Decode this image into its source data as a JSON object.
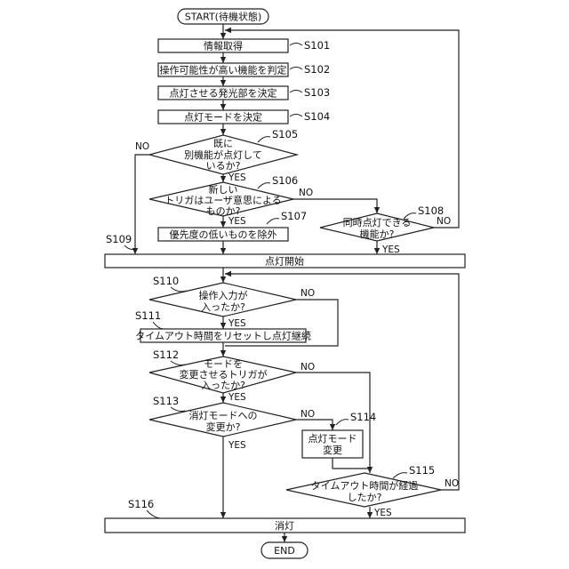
{
  "terminals": {
    "start": "START(待機状態)",
    "end": "END"
  },
  "steps": {
    "S101": "情報取得",
    "S102": "操作可能性が高い機能を判定",
    "S103": "点灯させる発光部を決定",
    "S104": "点灯モードを決定",
    "S105": [
      "既に",
      "別機能が点灯して",
      "いるか?"
    ],
    "S106": [
      "新しい",
      "トリガはユーザ意思による",
      "ものか?"
    ],
    "S107": "優先度の低いものを除外",
    "S108": [
      "同時点灯できる",
      "機能か?"
    ],
    "S109": "点灯開始",
    "S110": [
      "操作入力が",
      "入ったか?"
    ],
    "S111": "タイムアウト時間をリセットし点灯継続",
    "S112": [
      "モードを",
      "変更させるトリガが",
      "入ったか?"
    ],
    "S113": [
      "消灯モードへの",
      "変更か?"
    ],
    "S114": [
      "点灯モード",
      "変更"
    ],
    "S115": [
      "タイムアウト時間が経過",
      "したか?"
    ],
    "S116": "消灯"
  },
  "step_labels": [
    "S101",
    "S102",
    "S103",
    "S104",
    "S105",
    "S106",
    "S107",
    "S108",
    "S109",
    "S110",
    "S111",
    "S112",
    "S113",
    "S114",
    "S115",
    "S116"
  ],
  "branch_labels": {
    "yes": "YES",
    "no": "NO"
  }
}
